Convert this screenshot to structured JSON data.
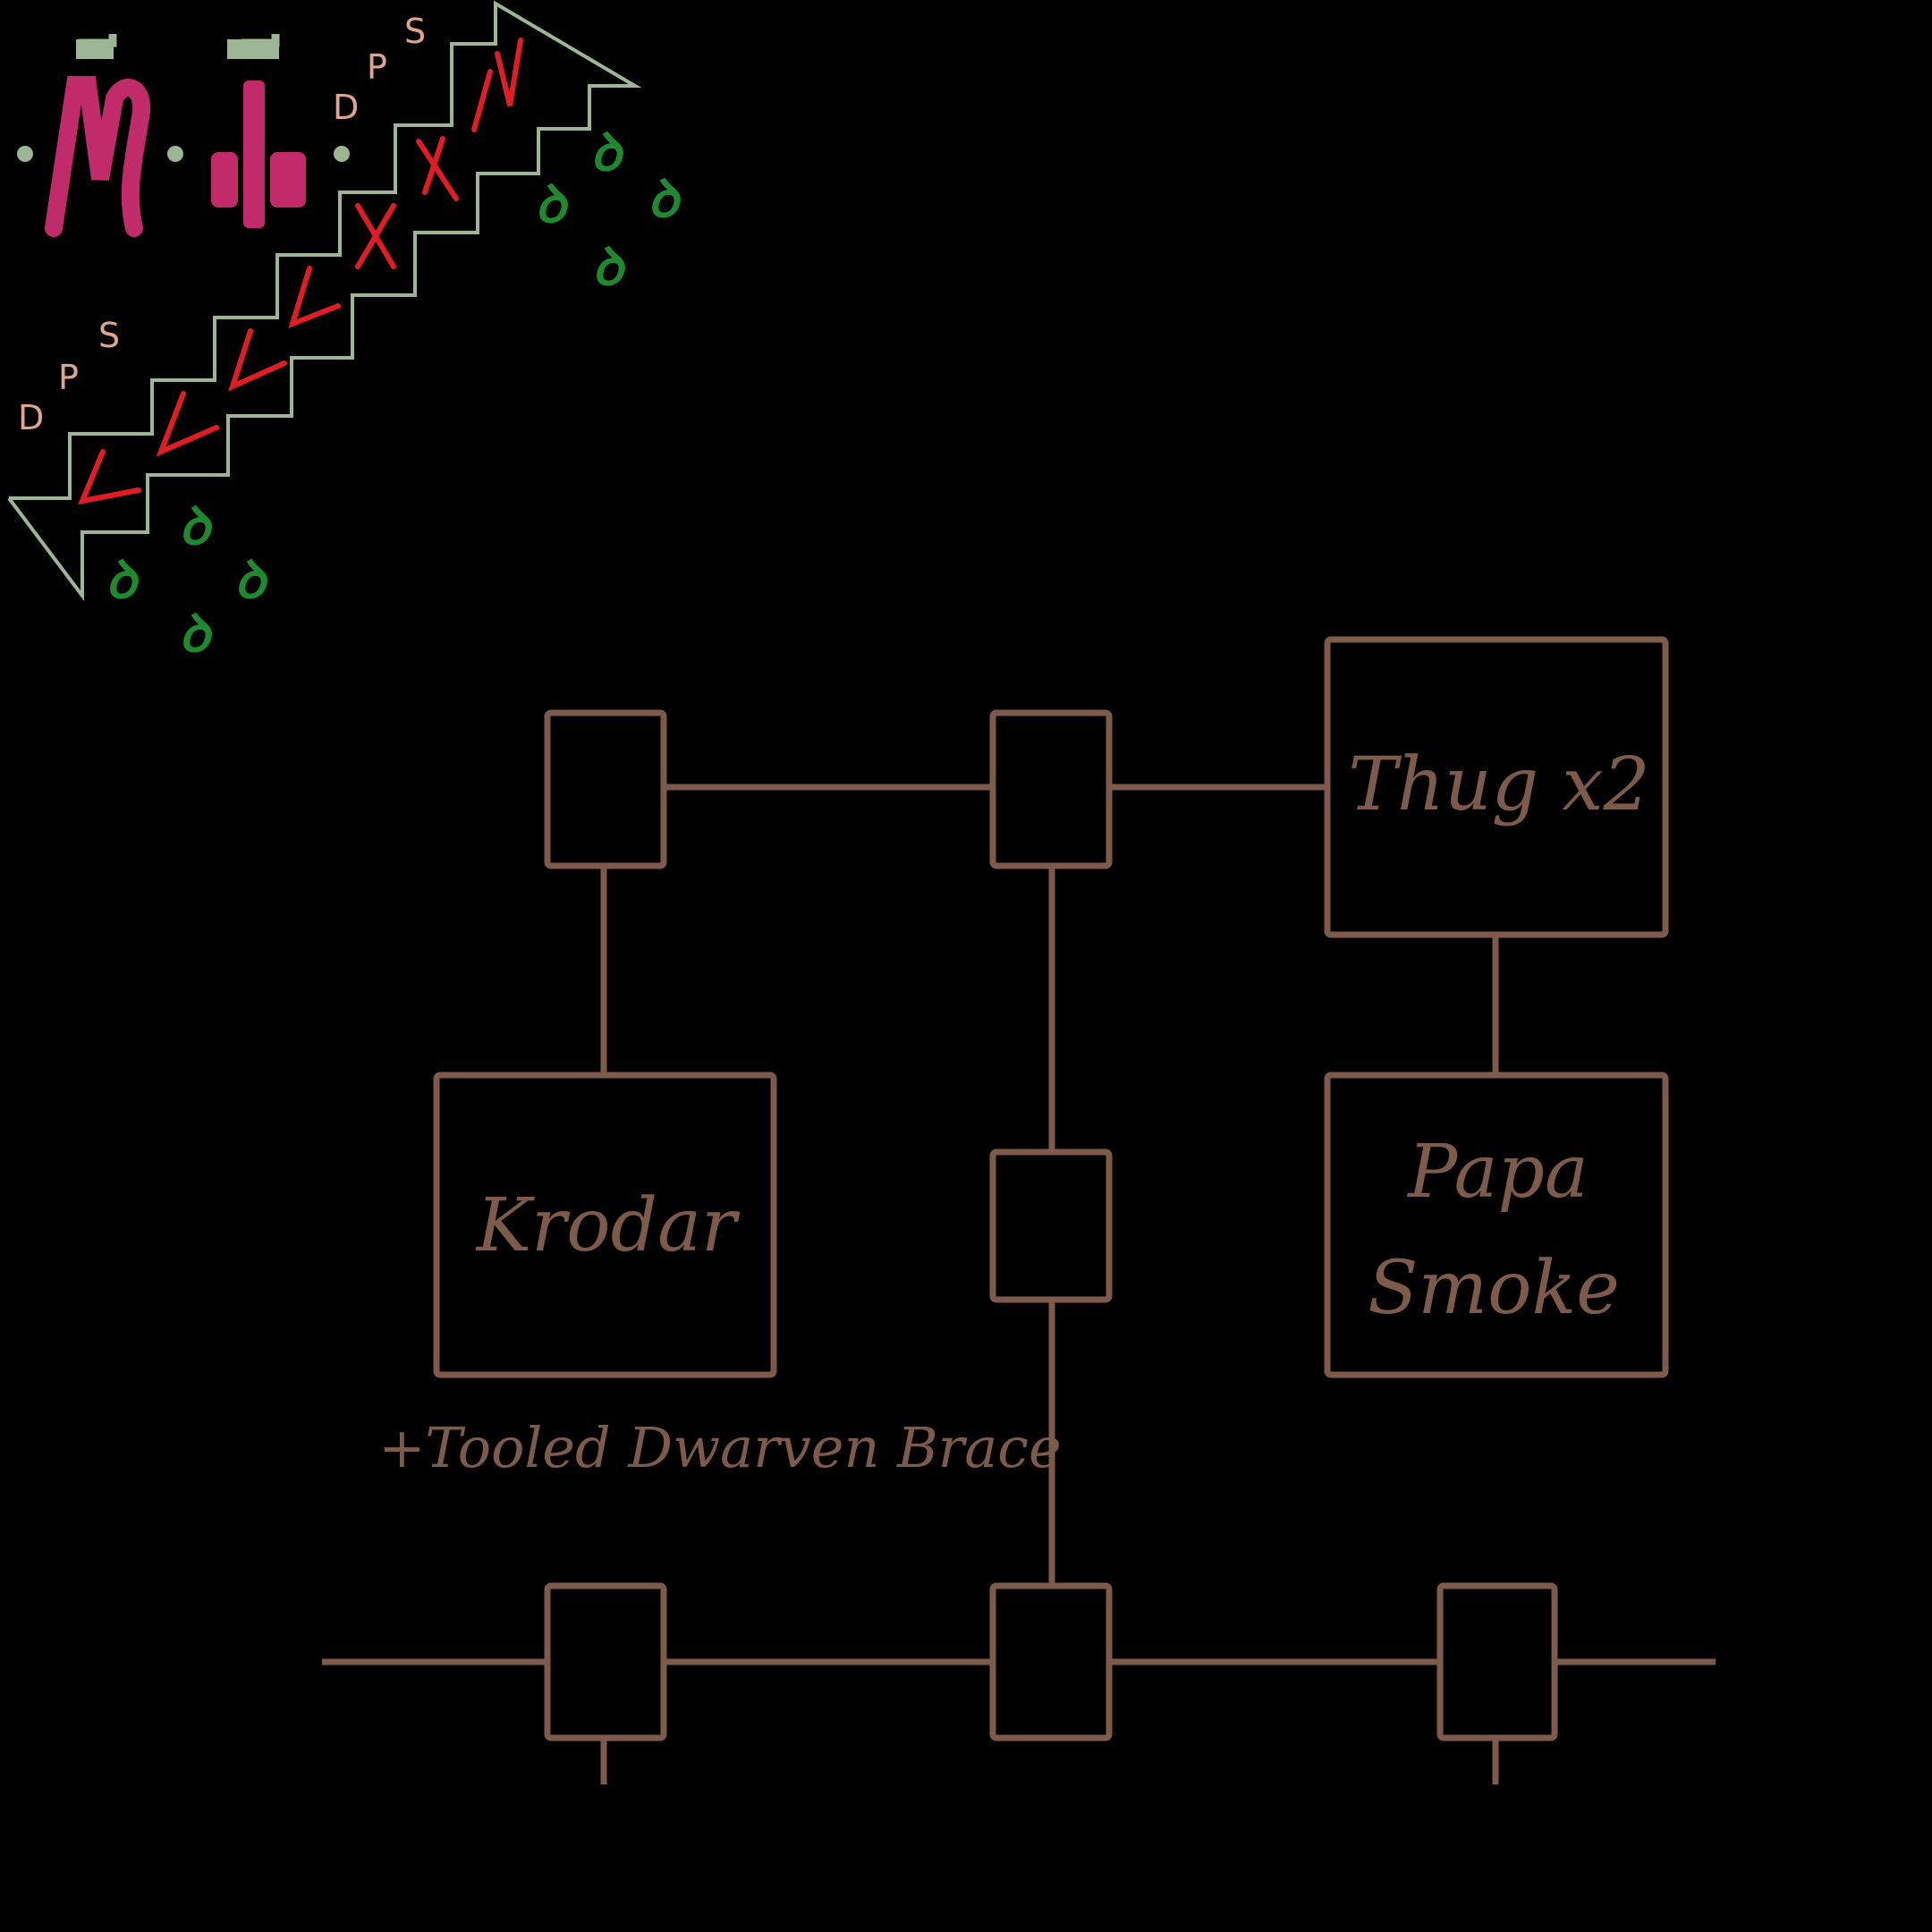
{
  "colors": {
    "background": "#000000",
    "map_line": "#7e5a4a",
    "stair_outline": "#9cb595",
    "stair_letters": "#e0a58e",
    "numerals": "#e01d22",
    "glyphs": "#c22b6a",
    "glyph_accent": "#9cb595",
    "clovers": "#1e8a2e"
  },
  "nodes": {
    "thug": "Thug x2",
    "krodar": "Krodar",
    "papa_line1": "Papa",
    "papa_line2": "Smoke"
  },
  "annotation": "+Tooled Dwarven Brace",
  "stairs": {
    "upper": {
      "d": "D",
      "p": "P",
      "s": "S"
    },
    "lower": {
      "d": "D",
      "p": "P",
      "s": "S"
    },
    "numerals": [
      "V",
      "V",
      "V",
      "V",
      "X",
      "X",
      "IV"
    ]
  },
  "icons": {
    "glyph_a": "pink-rune-icon",
    "glyph_b": "pink-totem-icon",
    "clover": "green-clover-icon"
  }
}
